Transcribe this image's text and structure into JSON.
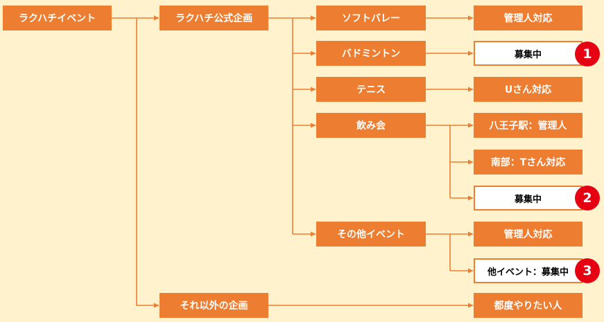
{
  "root": "ラクハチイベント",
  "level1": [
    "ラクハチ公式企画",
    "それ以外の企画"
  ],
  "events": [
    "ソフトバレー",
    "バドミントン",
    "テニス",
    "飲み会",
    "その他イベント"
  ],
  "leaves": {
    "softvolley": "管理人対応",
    "badminton": "募集中",
    "tennis": "Uさん対応",
    "nomikai_1": "八王子駅：管理人",
    "nomikai_2": "南部：Tさん対応",
    "nomikai_3": "募集中",
    "other_1": "管理人対応",
    "other_2": "他イベント：募集中",
    "outside": "都度やりたい人"
  },
  "badges": [
    "1",
    "2",
    "3"
  ],
  "colors": {
    "background": "#fff2cc",
    "node": "#ed7d31",
    "node_text": "#ffffff",
    "badge": "#e50012"
  }
}
